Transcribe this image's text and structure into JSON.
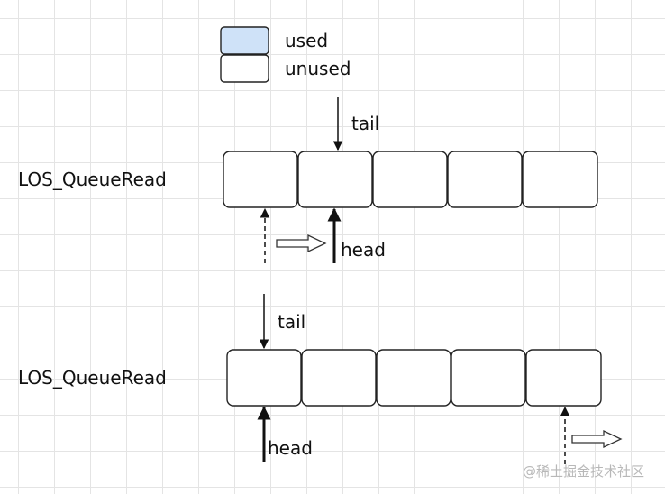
{
  "legend": {
    "used_label": "used",
    "unused_label": "unused",
    "used_color": "#cfe2f8",
    "unused_color": "#ffffff"
  },
  "rows": [
    {
      "label": "LOS_QueueRead",
      "tail_label": "tail",
      "head_label": "head",
      "cell_states": [
        "unused",
        "unused",
        "unused",
        "unused",
        "unused"
      ]
    },
    {
      "label": "LOS_QueueRead",
      "tail_label": "tail",
      "head_label": "head",
      "cell_states": [
        "unused",
        "unused",
        "unused",
        "unused",
        "unused"
      ]
    }
  ],
  "watermark": "@稀土掘金技术社区"
}
